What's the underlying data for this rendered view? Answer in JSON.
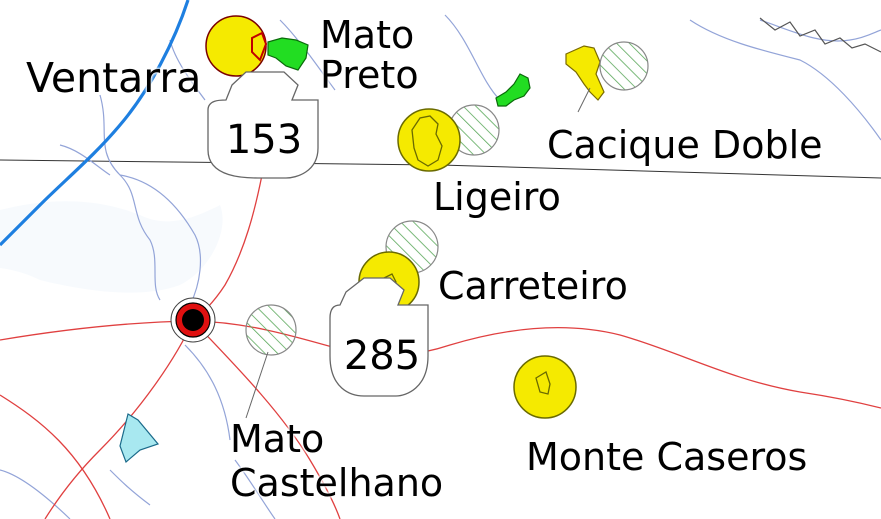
{
  "map": {
    "colors": {
      "background": "#ffffff",
      "river_major": "#1e7fe0",
      "stream": "#93a4d8",
      "road": "#e03030",
      "boundary": "#222222",
      "town_fill": "#f5ea00",
      "town_outline": "#6a6a00",
      "reserve_fill": "#22dd22",
      "reserve_outline": "#0a6a0a",
      "urban_fill": "#f5ea00",
      "hatch": "#5aa85a",
      "lake": "#a8e8f0",
      "city_marker": "#e01010"
    },
    "places": [
      {
        "id": "ventarra",
        "name": "Ventarra"
      },
      {
        "id": "mato-preto",
        "name_lines": [
          "Mato",
          "Preto"
        ]
      },
      {
        "id": "cacique-doble",
        "name": "Cacique Doble"
      },
      {
        "id": "ligeiro",
        "name": "Ligeiro"
      },
      {
        "id": "carreteiro",
        "name": "Carreteiro"
      },
      {
        "id": "mato-castelhano",
        "name_lines": [
          "Mato",
          "Castelhano"
        ]
      },
      {
        "id": "monte-caseros",
        "name": "Monte Caseros"
      }
    ],
    "route_shields": [
      {
        "id": "br-153",
        "number": "153"
      },
      {
        "id": "br-285",
        "number": "285"
      }
    ],
    "icons": [
      "city-marker-icon",
      "town-circle-icon",
      "indigenous-area-icon",
      "route-shield-icon"
    ]
  }
}
